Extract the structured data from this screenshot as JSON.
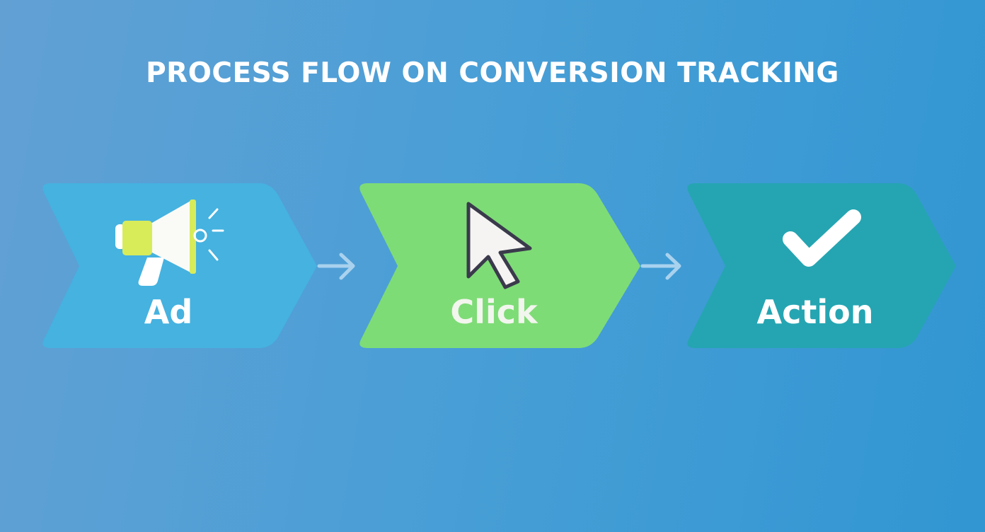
{
  "title": "PROCESS FLOW ON CONVERSION TRACKING",
  "steps": [
    {
      "label": "Ad",
      "icon": "megaphone-icon",
      "color": "#45b2e0"
    },
    {
      "label": "Click",
      "icon": "cursor-icon",
      "color": "#7edc76"
    },
    {
      "label": "Action",
      "icon": "checkmark-icon",
      "color": "#25a5b2"
    }
  ],
  "connectors": [
    "arrow-right-icon",
    "arrow-right-icon"
  ],
  "colors": {
    "background_start": "#62a0d4",
    "background_end": "#3196d2",
    "megaphone_accent": "#d8ec5a",
    "arrow": "#a9d2ee"
  }
}
